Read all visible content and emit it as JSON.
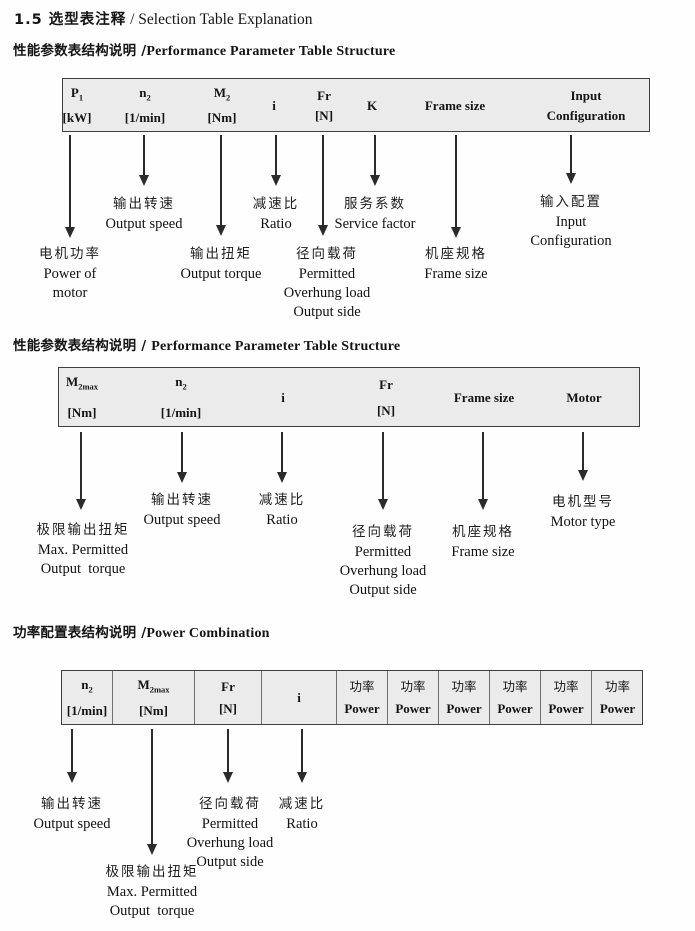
{
  "doc": {
    "title_zh": "1.5 选型表注释",
    "title_en": " / Selection Table Explanation"
  },
  "colors": {
    "table_bg": "#ebebeb",
    "table_border": "#3f3f3f",
    "text": "#141414"
  },
  "s1": {
    "heading_zh": "性能参数表结构说明 /",
    "heading_en": "Performance Parameter Table Structure",
    "table": {
      "cols": [
        {
          "sym": "P",
          "sub": "1",
          "unit": "[kW]"
        },
        {
          "sym": "n",
          "sub": "2",
          "unit": "[1/min]"
        },
        {
          "sym": "M",
          "sub": "2",
          "unit": "[Nm]"
        },
        {
          "sym": "i"
        },
        {
          "sym": "Fr",
          "unit": "[N]"
        },
        {
          "sym": "K"
        },
        {
          "sym": "Frame size"
        },
        {
          "sym": "Input",
          "unit": "Configuration"
        }
      ]
    },
    "callouts": [
      {
        "lines": [
          "电机功率",
          "Power of",
          "motor"
        ]
      },
      {
        "lines": [
          "输出转速",
          "Output speed"
        ]
      },
      {
        "lines": [
          "输出扭矩",
          "Output torque"
        ]
      },
      {
        "lines": [
          "减速比",
          "Ratio"
        ]
      },
      {
        "lines": [
          "径向载荷",
          "Permitted",
          "Overhung load",
          "Output side"
        ]
      },
      {
        "lines": [
          "服务系数",
          "Service factor"
        ]
      },
      {
        "lines": [
          "机座规格",
          "Frame size"
        ]
      },
      {
        "lines": [
          "输入配置",
          "Input",
          "Configuration"
        ]
      }
    ]
  },
  "s2": {
    "heading_zh": "性能参数表结构说明 / ",
    "heading_en": "Performance Parameter Table Structure",
    "table": {
      "cols": [
        {
          "sym": "M",
          "sub": "2max",
          "unit": "[Nm]"
        },
        {
          "sym": "n",
          "sub": "2",
          "unit": "[1/min]"
        },
        {
          "sym": "i"
        },
        {
          "sym": "Fr",
          "unit": "[N]"
        },
        {
          "sym": "Frame size"
        },
        {
          "sym": "Motor"
        }
      ]
    },
    "callouts": [
      {
        "lines": [
          "极限输出扭矩",
          "Max. Permitted",
          "Output  torque"
        ]
      },
      {
        "lines": [
          "输出转速",
          "Output speed"
        ]
      },
      {
        "lines": [
          "减速比",
          "Ratio"
        ]
      },
      {
        "lines": [
          "径向载荷",
          "Permitted",
          "Overhung load",
          "Output side"
        ]
      },
      {
        "lines": [
          "机座规格",
          "Frame size"
        ]
      },
      {
        "lines": [
          "电机型号",
          "Motor type"
        ]
      }
    ]
  },
  "s3": {
    "heading_zh": "功率配置表结构说明 /",
    "heading_en": "Power Combination",
    "table": {
      "cols": [
        {
          "sym": "n",
          "sub": "2",
          "unit": "[1/min]"
        },
        {
          "sym": "M",
          "sub": "2max",
          "unit": "[Nm]"
        },
        {
          "sym": "Fr",
          "unit": "[N]"
        },
        {
          "sym": "i"
        }
      ],
      "power_zh": "功率",
      "power_en": "Power"
    },
    "callouts": [
      {
        "lines": [
          "输出转速",
          "Output speed"
        ]
      },
      {
        "lines": [
          "极限输出扭矩",
          "Max. Permitted",
          "Output  torque"
        ]
      },
      {
        "lines": [
          "径向载荷",
          "Permitted",
          "Overhung load",
          "Output side"
        ]
      },
      {
        "lines": [
          "减速比",
          "Ratio"
        ]
      }
    ]
  }
}
